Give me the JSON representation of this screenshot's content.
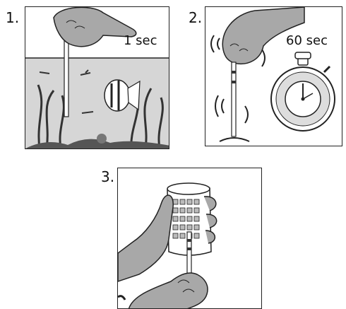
{
  "steps": [
    {
      "number": "1.",
      "time_label": "1 sec",
      "icon": "dip-strip-in-aquarium"
    },
    {
      "number": "2.",
      "time_label": "60 sec",
      "icon": "shake-strip-with-stopwatch"
    },
    {
      "number": "3.",
      "time_label": "",
      "icon": "compare-strip-to-color-chart"
    }
  ],
  "colors": {
    "line": "#222222",
    "glove": "#a8a8a8",
    "water": "#d9d9d9"
  }
}
